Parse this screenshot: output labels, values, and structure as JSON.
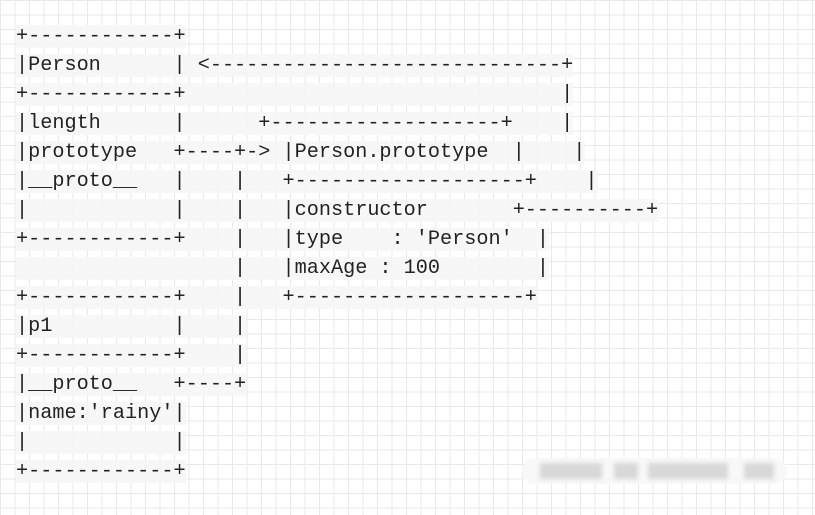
{
  "diagram": {
    "lines": [
      "+------------+",
      "|Person      | <-----------------------------+",
      "+------------+                               |",
      "|length      |      +-------------------+    |",
      "|prototype   +----+-> |Person.prototype  |    |",
      "|__proto__   |    |   +-------------------+    |",
      "|            |    |   |constructor       +----------+",
      "+------------+    |   |type    : 'Person'  |",
      "                  |   |maxAge : 100        |",
      "+------------+    |   +-------------------+",
      "|p1          |    |",
      "+------------+    |",
      "|__proto__   +----+",
      "|name:'rainy'|",
      "|            |",
      "+------------+"
    ]
  }
}
